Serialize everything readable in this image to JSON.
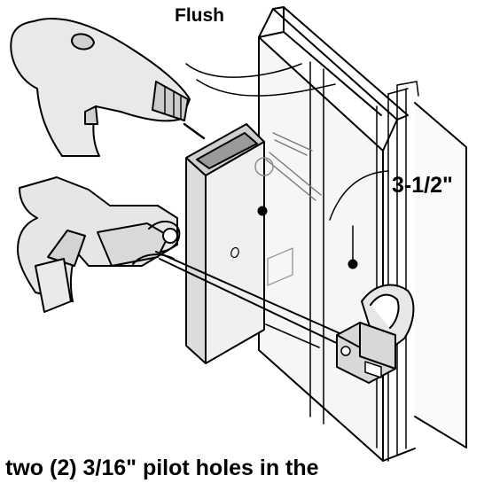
{
  "labels": {
    "flush": "Flush",
    "dimension": "3-1/2\"",
    "caption": "two (2) 3/16\" pilot holes in the"
  },
  "colors": {
    "ink": "#000000",
    "tool_body": "#e8e8e8",
    "tool_shade": "#c9c9c9",
    "panel": "#f4f4f4",
    "background": "#ffffff"
  },
  "icons": {
    "drill": "drill-icon",
    "clamp": "clamp-icon",
    "handle": "door-handle-icon",
    "block": "drill-guide-block-icon"
  }
}
